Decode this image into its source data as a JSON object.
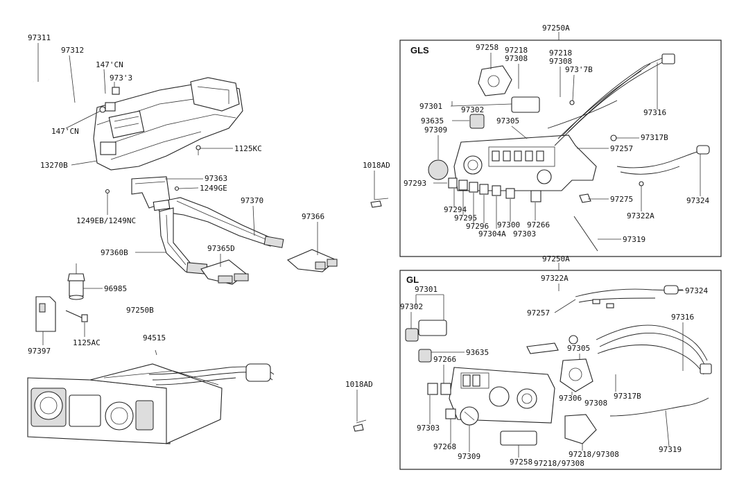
{
  "diagram": {
    "boxes": {
      "gls": {
        "title": "GLS",
        "assembly_label": "97250A"
      },
      "gl": {
        "title": "GL",
        "assembly_label": "97250A"
      }
    },
    "left_labels": [
      "97311",
      "97312",
      "147'CN",
      "973'3",
      "147'CN",
      "1125KC",
      "13270B",
      "97363",
      "1249GE",
      "1249EB/1249NC",
      "97370",
      "97366",
      "97360B",
      "97365D",
      "96985",
      "97250B",
      "94515",
      "97397",
      "1125AC",
      "1018AD",
      "1018AD"
    ],
    "gls_labels": [
      "97258",
      "97218",
      "97308",
      "97218",
      "97308",
      "973'7B",
      "97301",
      "97302",
      "93635",
      "97305",
      "97309",
      "97316",
      "97317B",
      "97257",
      "97293",
      "97324",
      "97294",
      "97295",
      "97296",
      "97300",
      "97304A",
      "97303",
      "97266",
      "97275",
      "97322A",
      "97319"
    ],
    "gl_labels": [
      "97322A",
      "97324",
      "97301",
      "97257",
      "97302",
      "97316",
      "97305",
      "93635",
      "97266",
      "97317B",
      "97306",
      "97303",
      "97308",
      "97268",
      "97309",
      "97258",
      "97218/97308",
      "97218/97308",
      "97319"
    ]
  }
}
